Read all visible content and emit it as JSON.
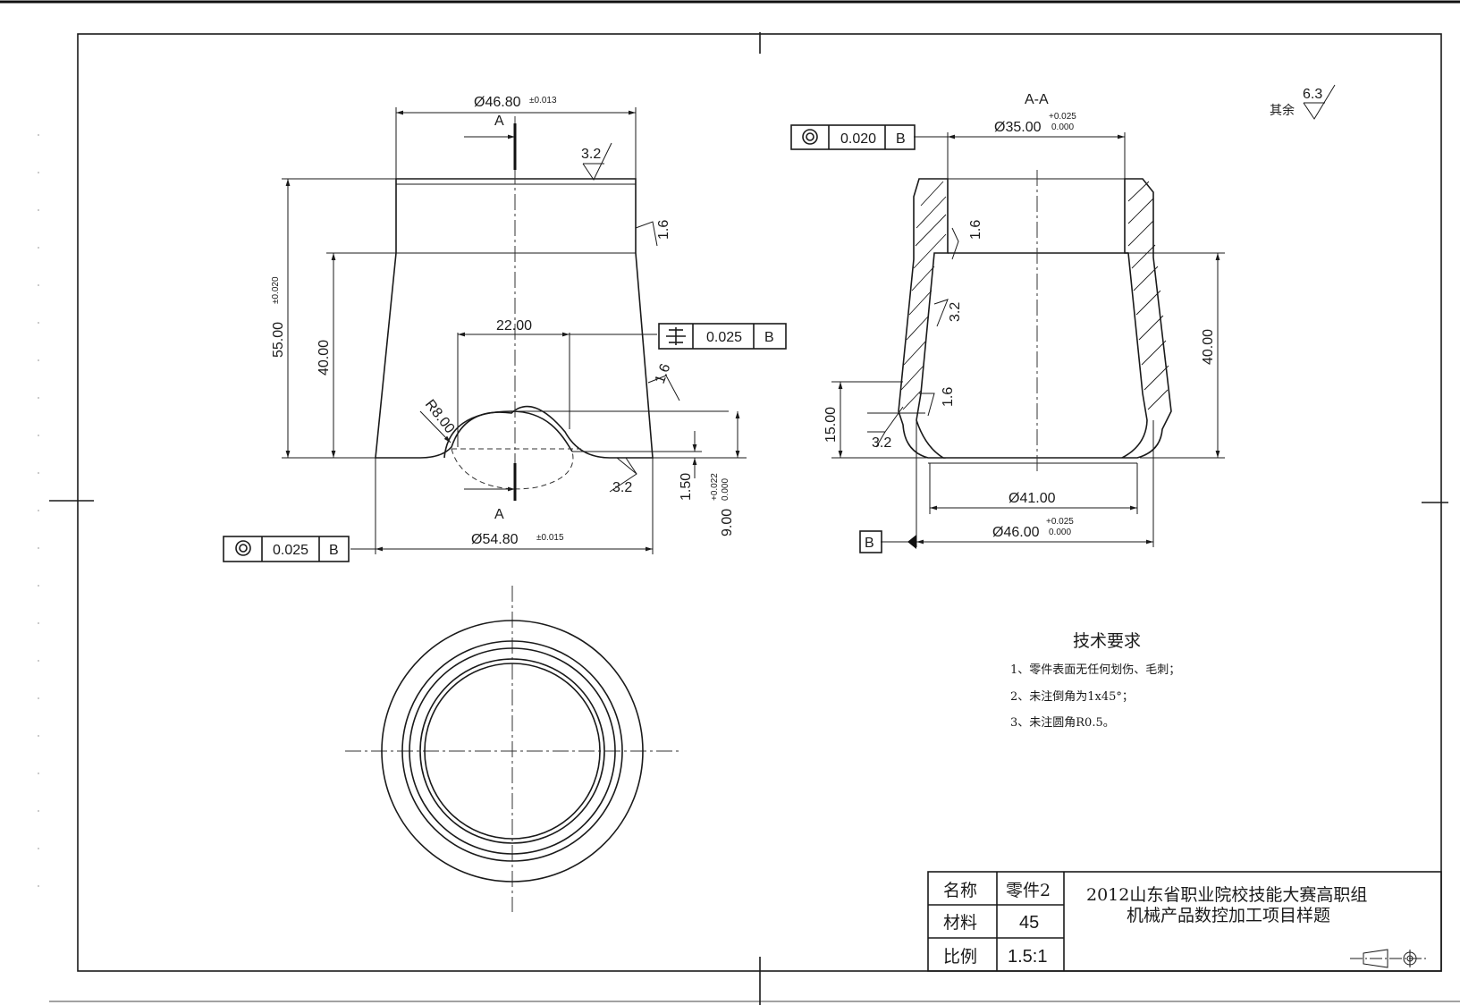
{
  "front_view": {
    "dim_top_dia": "Ø46.80",
    "tol_top_dia": "±0.013",
    "section_label_top": "A",
    "section_label_bottom": "A",
    "dim_height": "55.00",
    "tol_height": "±0.020",
    "dim_40": "40.00",
    "dim_22": "22.00",
    "radius": "R8.00",
    "dim_150": "1.50",
    "dim_900": "9.00",
    "tol_900_upper": "+0.022",
    "tol_900_lower": "0.000",
    "dim_bottom_dia": "Ø54.80",
    "tol_bottom_dia": "±0.015",
    "rough_a": "3.2",
    "rough_b": "1.6",
    "rough_c": "1.6",
    "rough_d": "3.2",
    "fcf_symmetry": {
      "symbol": "symmetry",
      "value": "0.025",
      "datum": "B"
    },
    "fcf_concentric": {
      "symbol": "concentricity",
      "value": "0.025",
      "datum": "B"
    }
  },
  "section_view": {
    "title": "A-A",
    "dim_bore": "Ø35.00",
    "tol_bore_upper": "+0.025",
    "tol_bore_lower": "0.000",
    "fcf_concentric": {
      "symbol": "concentricity",
      "value": "0.020",
      "datum": "B"
    },
    "rough_a": "1.6",
    "rough_b": "3.2",
    "rough_c": "1.6",
    "rough_d": "3.2",
    "dim_40": "40.00",
    "dim_15": "15.00",
    "dim_41": "Ø41.00",
    "dim_46": "Ø46.00",
    "tol_46_upper": "+0.025",
    "tol_46_lower": "0.000",
    "datum_label": "B"
  },
  "general_roughness": {
    "label": "其余",
    "value": "6.3"
  },
  "tech_requirements": {
    "title": "技术要求",
    "items": [
      "1、零件表面无任何划伤、毛刺；",
      "2、未注倒角为1x45°；",
      "3、未注圆角R0.5。"
    ]
  },
  "title_block": {
    "name_label": "名称",
    "name_value": "零件2",
    "material_label": "材料",
    "material_value": "45",
    "scale_label": "比例",
    "scale_value": "1.5:1",
    "title_line1": "2012山东省职业院校技能大赛高职组",
    "title_line2": "机械产品数控加工项目样题"
  }
}
